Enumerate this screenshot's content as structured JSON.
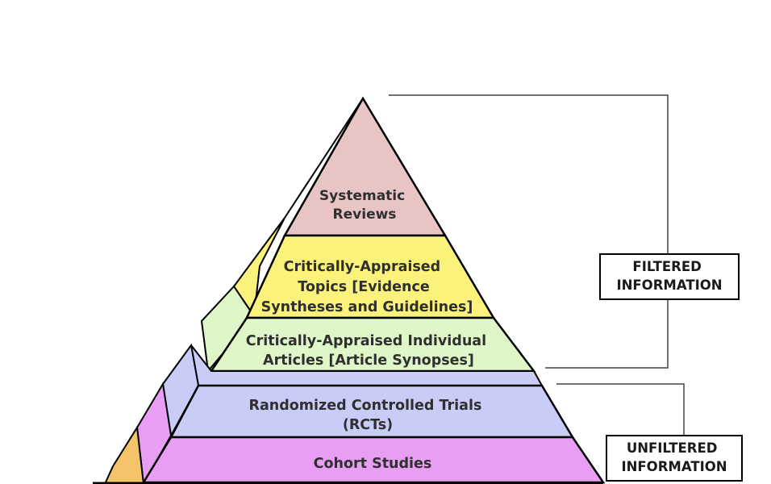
{
  "pyramid": {
    "levels": [
      {
        "id": "systematic-reviews",
        "lines": [
          "Systematic",
          "Reviews"
        ],
        "color": "#e8c4c4"
      },
      {
        "id": "critically-appraised-topics",
        "lines": [
          "Critically-Appraised",
          "Topics [Evidence",
          "Syntheses and Guidelines]"
        ],
        "color": "#faf27a"
      },
      {
        "id": "critically-appraised-articles",
        "lines": [
          "Critically-Appraised Individual",
          "Articles [Article Synopses]"
        ],
        "color": "#dff7c8"
      },
      {
        "id": "rcts",
        "lines": [
          "Randomized Controlled Trials",
          "(RCTs)"
        ],
        "color": "#c8ccf7"
      },
      {
        "id": "cohort-studies",
        "lines": [
          "Cohort Studies"
        ],
        "color": "#e89ef2"
      }
    ],
    "bottom_step_color": "#f4c36a"
  },
  "brackets": {
    "filtered": {
      "lines": [
        "FILTERED",
        "INFORMATION"
      ]
    },
    "unfiltered": {
      "lines": [
        "UNFILTERED",
        "INFORMATION"
      ]
    }
  }
}
